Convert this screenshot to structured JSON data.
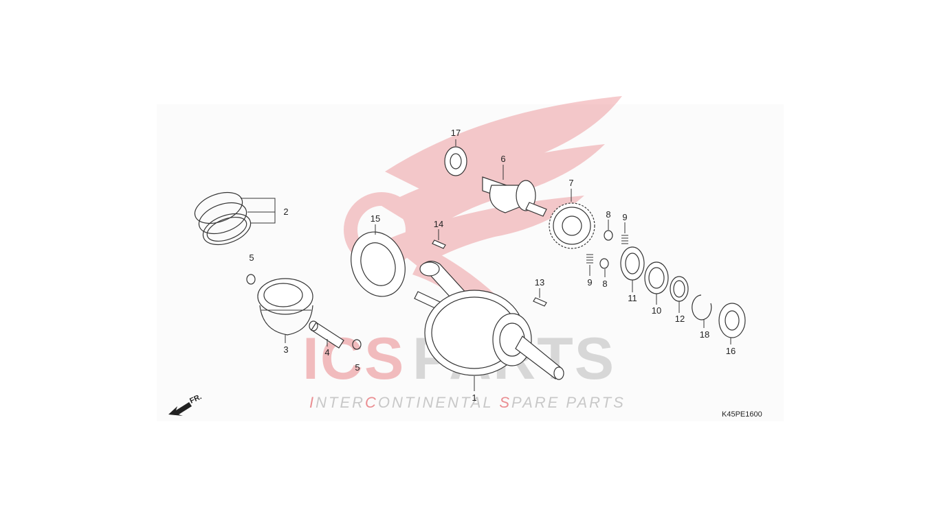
{
  "diagram": {
    "code": "K45PE1600",
    "front_label": "FR.",
    "callouts": {
      "c1": "1",
      "c2": "2",
      "c3": "3",
      "c4": "4",
      "c5a": "5",
      "c5b": "5",
      "c6": "6",
      "c7": "7",
      "c8a": "8",
      "c8b": "8",
      "c9a": "9",
      "c9b": "9",
      "c10": "10",
      "c11": "11",
      "c12": "12",
      "c13": "13",
      "c14": "14",
      "c15": "15",
      "c16": "16",
      "c17": "17",
      "c18": "18"
    }
  },
  "watermark": {
    "brand_a": "ICS",
    "brand_b": "PARTS",
    "tagline_1": "I",
    "tagline_2": "NTER",
    "tagline_3": "C",
    "tagline_4": "ONTINENTAL ",
    "tagline_5": "S",
    "tagline_6": "PARE PARTS",
    "color_red": "#e0454b",
    "color_grey": "#c8c8c8"
  }
}
